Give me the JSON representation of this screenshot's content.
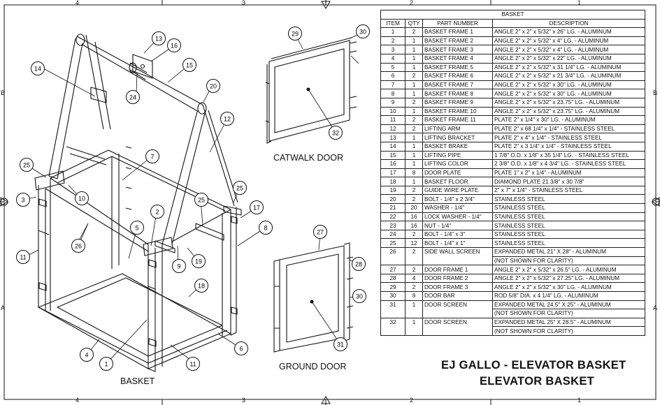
{
  "border": {
    "top_zones": [
      "4",
      "3",
      "2",
      "1"
    ],
    "bottom_zones": [
      "4",
      "3",
      "2",
      "1"
    ],
    "left_zones": [
      "B",
      "A"
    ],
    "right_zones": [
      "B",
      "A"
    ]
  },
  "bom": {
    "title": "BASKET",
    "headers": [
      "ITEM",
      "QTY",
      "PART NUMBER",
      "DESCRIPTION"
    ],
    "rows": [
      [
        "1",
        "2",
        "BASKET FRAME 1",
        "ANGLE 2\" x 2\" x 5/32\" x 26\" LG. - ALUMINUM"
      ],
      [
        "2",
        "1",
        "BASKET FRAME 2",
        "ANGLE 2\" x 2\" x 5/32\" x 4\" LG. - ALUMINUM"
      ],
      [
        "3",
        "1",
        "BASKET FRAME 3",
        "ANGLE 2\" x 2\" x 5/32\" x 4\" LG. - ALUMINUM"
      ],
      [
        "4",
        "1",
        "BASKET FRAME 4",
        "ANGLE 2\" x 2\" x 5/32\" x 22\" LG. - ALUMINUM"
      ],
      [
        "5",
        "1",
        "BASKET FRAME 5",
        "ANGLE 2\" x 2\" x 5/32\" x 31 1/4\" LG. - ALUMINUM"
      ],
      [
        "6",
        "2",
        "BASKET FRAME 6",
        "ANGLE 2\" x 2\" x 5/32\" x 21 3/4\" LG. - ALUMINUM"
      ],
      [
        "7",
        "1",
        "BASKET FRAME 7",
        "ANGLE 2\" x 2\" x 5/32\" x 30\" LG. - ALUMINUM"
      ],
      [
        "8",
        "1",
        "BASKET FRAME 8",
        "ANGLE 2\" x 2\" x 5/32\" x 30\" LG. - ALUMINUM"
      ],
      [
        "9",
        "2",
        "BASKET FRAME 9",
        "ANGLE 2\" x 2\" x 5/32\" x 23.75\" LG. - ALUMINUM"
      ],
      [
        "10",
        "1",
        "BASKET FRAME 10",
        "ANGLE 2\" x 2\" x 5/32\" x 23.75\" LG. - ALUMINUM"
      ],
      [
        "11",
        "2",
        "BASKET FRAME 11",
        "PLATE 2\" x 1/4\" x 30\" LG. - ALUMINUM"
      ],
      [
        "12",
        "2",
        "LIFTING ARM",
        "PLATE 2\" x 68 1/4\" x 1/4\" - STAINLESS STEEL"
      ],
      [
        "13",
        "1",
        "LIFTING BRACKET",
        "PLATE 2\" x 4\" x 1/4\" - STAINLESS STEEL"
      ],
      [
        "14",
        "1",
        "BASKET BRAKE",
        "PLATE 2\" x 3 1/4\" x 1/4\" - STAINLESS STEEL"
      ],
      [
        "15",
        "1",
        "LIFTING PIPE",
        "1 7/8\" O.D. x 1/8\" x 35 1/4\" LG. - STAINLESS STEEL"
      ],
      [
        "16",
        "1",
        "LIFTING COLOR",
        "2 3/8\" O.D. x 1/8\" x 4 3/4\" LG. - STAINLESS STEEL"
      ],
      [
        "17",
        "8",
        "DOOR PLATE",
        "PLATE 1\" x 2\" x 1/4\" - ALUMINUM"
      ],
      [
        "18",
        "1",
        "BASKET FLOOR",
        "DIAMOND PLATE 21 3/8\" x 30 7/8\""
      ],
      [
        "19",
        "2",
        "GUIDE WIRE PLATE",
        "2\" x 7\" x 1/4\" - STAINLESS STEEL"
      ],
      [
        "20",
        "2",
        "BOLT - 1/4\" x 2 3/4\"",
        "STAINLESS STEEL"
      ],
      [
        "21",
        "20",
        "WASHER - 1/4\"",
        "STAINLESS STEEL"
      ],
      [
        "22",
        "16",
        "LOCK WASHER - 1/4\"",
        "STAINLESS STEEL"
      ],
      [
        "23",
        "16",
        "NUT - 1/4\"",
        "STAINLESS STEEL"
      ],
      [
        "24",
        "2",
        "BOLT - 1/4\" x 3\"",
        "STAINLESS STEEL"
      ],
      [
        "25",
        "12",
        "BOLT - 1/4\" x 1\"",
        "STAINLESS STEEL"
      ],
      [
        "26",
        "2",
        "SIDE WALL SCREEN",
        "EXPANDED METAL 21\" X 28\" - ALUMINUM",
        "(NOT SHOWN FOR CLARITY)"
      ],
      [
        "27",
        "2",
        "DOOR FRAME 1",
        "ANGLE 2\" x 2\" x 5/32\" x 26.5\" LG. - ALUMINUM"
      ],
      [
        "28",
        "4",
        "DOOR FRAME 2",
        "ANGLE 2\" x 2\" x 5/32\" x 27.25\" LG. - ALUMINUM"
      ],
      [
        "29",
        "2",
        "DOOR FRAME 3",
        "ANGLE 2\" x 2\" x 5/32\" x 30\" LG. - ALUMINUM"
      ],
      [
        "30",
        "8",
        "DOOR BAR",
        "ROD 5/8\" DIA. x 4 1/4\" LG. - ALUMINUM"
      ],
      [
        "31",
        "1",
        "DOOR SCREEN",
        "EXPANDED METAL 24.5\" X 25\" - ALUMINUM",
        "(NOT SHOWN FOR CLARITY)"
      ],
      [
        "32",
        "1",
        "DOOR SCREEN",
        "EXPANDED METAL 25\" X 28.5\" - ALUMINUM",
        "(NOT SHOWN FOR CLARITY)"
      ]
    ]
  },
  "views": {
    "basket": "BASKET",
    "catwalk_door": "CATWALK DOOR",
    "ground_door": "GROUND DOOR"
  },
  "title_block": {
    "line1": "EJ GALLO - ELEVATOR BASKET",
    "line2": "ELEVATOR BASKET"
  },
  "balloons": [
    "1",
    "2",
    "3",
    "4",
    "5",
    "6",
    "7",
    "8",
    "9",
    "10",
    "11",
    "11",
    "12",
    "13",
    "14",
    "15",
    "16",
    "17",
    "18",
    "19",
    "20",
    "24",
    "25",
    "25",
    "25",
    "26",
    "27",
    "28",
    "29",
    "30",
    "30",
    "31",
    "32"
  ]
}
